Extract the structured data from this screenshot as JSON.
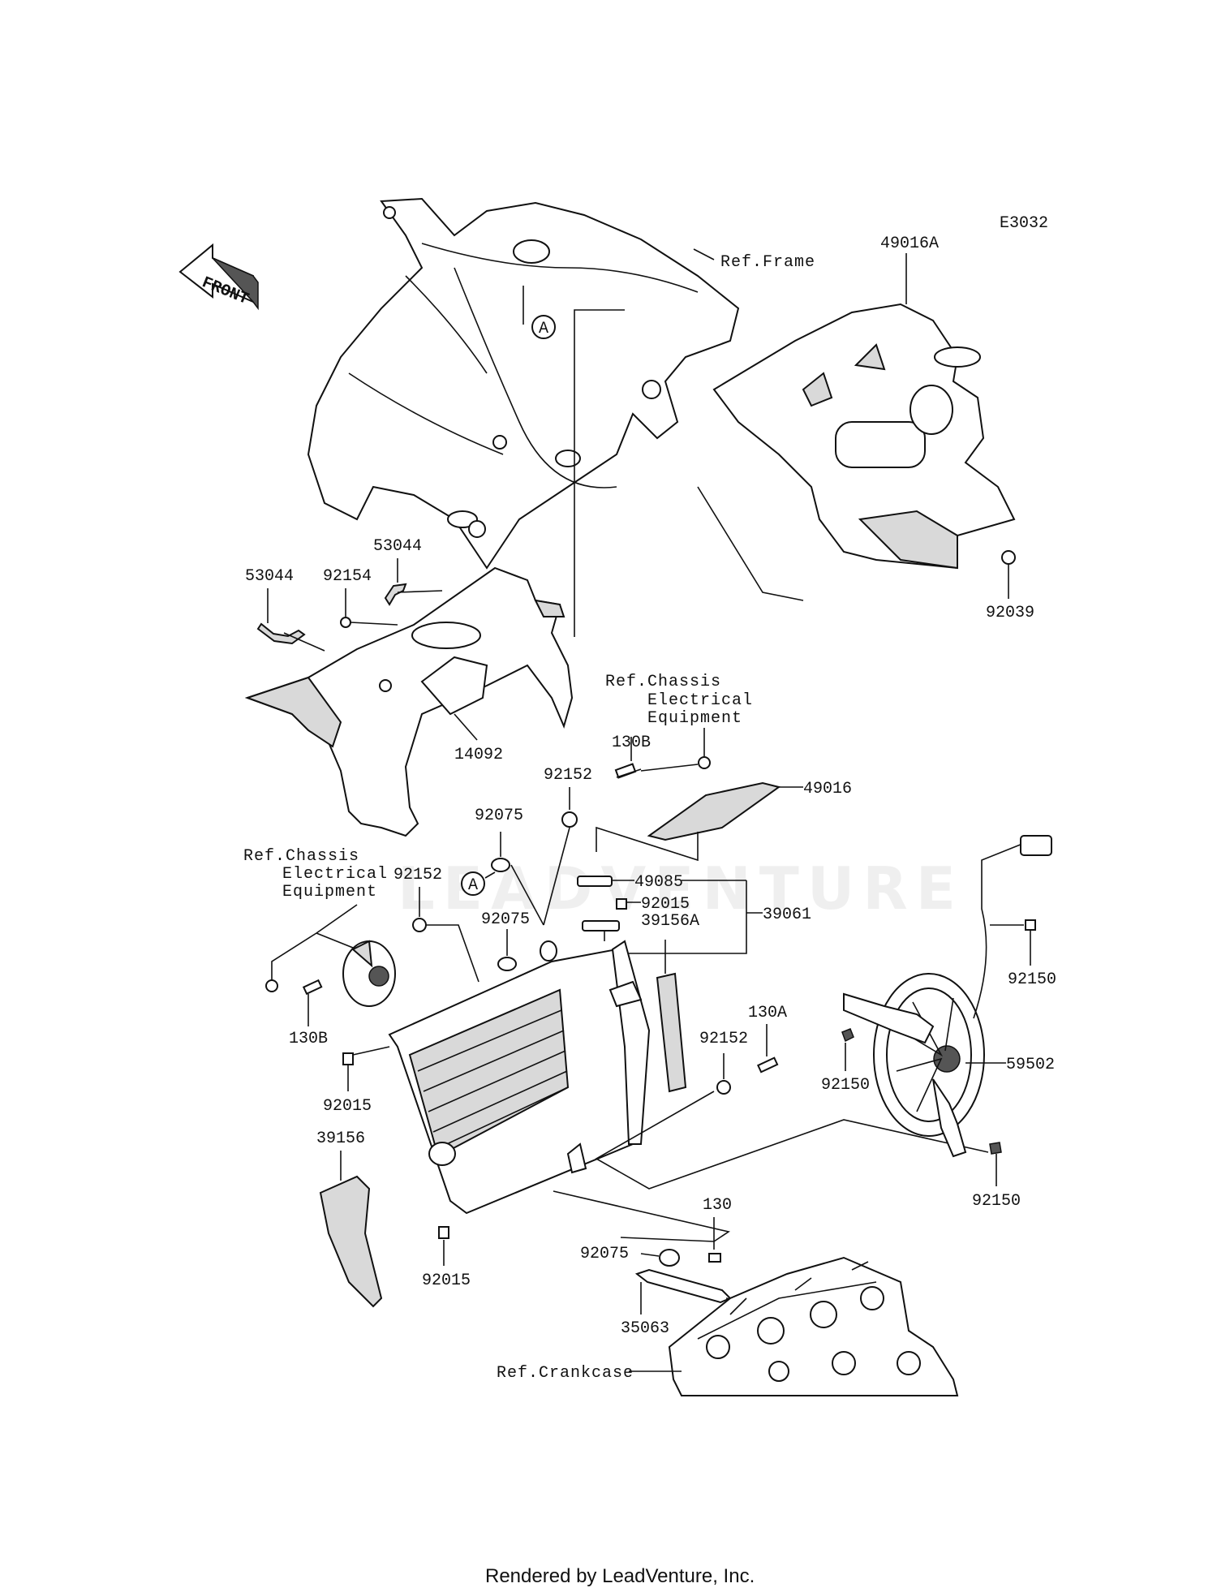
{
  "diagram_code": "E3032",
  "front_label": "FRONT",
  "circle_marker": "A",
  "refs": {
    "frame": "Ref.Frame",
    "chassis_1": [
      "Ref.Chassis",
      "Electrical",
      "Equipment"
    ],
    "chassis_2": [
      "Ref.Chassis",
      "Electrical",
      "Equipment"
    ],
    "crankcase": "Ref.Crankcase"
  },
  "parts": {
    "p49016A": "49016A",
    "p92039": "92039",
    "p53044a": "53044",
    "p53044b": "53044",
    "p92154": "92154",
    "p14092": "14092",
    "p130B_top": "130B",
    "p92152_top": "92152",
    "p49016": "49016",
    "p92075_a": "92075",
    "p92152_left": "92152",
    "p49085": "49085",
    "p92015_top": "92015",
    "p39061": "39061",
    "p92075_b": "92075",
    "p130B_left": "130B",
    "p39156A": "39156A",
    "p92152_right": "92152",
    "p130A": "130A",
    "p92150_a": "92150",
    "p92150_b": "92150",
    "p59502": "59502",
    "p92150_c": "92150",
    "p92015_left": "92015",
    "p39156": "39156",
    "p92015_bottom": "92015",
    "p130": "130",
    "p92075_c": "92075",
    "p35063": "35063"
  },
  "watermark": "LEADVENTURE",
  "footer": "Rendered by LeadVenture, Inc."
}
